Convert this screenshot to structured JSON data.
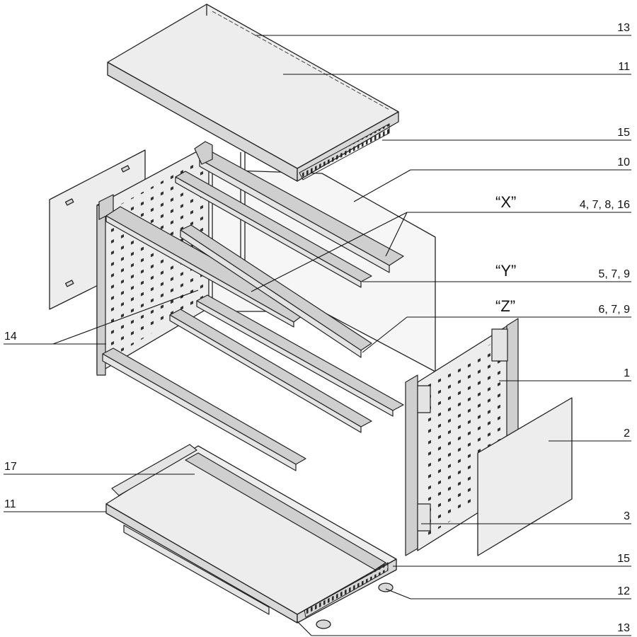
{
  "labels": {
    "l13_top": "13",
    "l11_top": "11",
    "l15_top": "15",
    "l10": "10",
    "x_tag": "“X”",
    "x_parts": "4, 7, 8, 16",
    "y_tag": "“Y”",
    "y_parts": "5, 7, 9",
    "z_tag": "“Z”",
    "z_parts": "6, 7, 9",
    "l14": "14",
    "l1": "1",
    "l2": "2",
    "l17": "17",
    "l11_bottom": "11",
    "l3": "3",
    "l15_bottom": "15",
    "l12": "12",
    "l13_bottom": "13"
  }
}
